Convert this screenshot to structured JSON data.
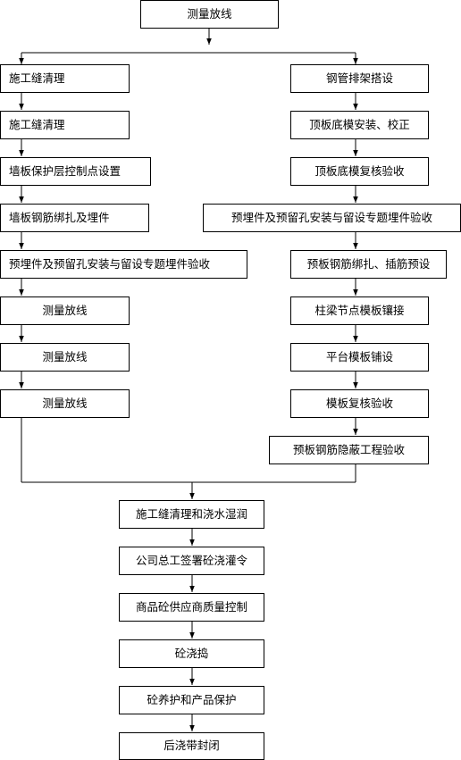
{
  "flowchart": {
    "top": "测量放线",
    "left": [
      "施工缝清理",
      "施工缝清理",
      "墙板保护层控制点设置",
      "墙板钢筋绑扎及埋件",
      "预埋件及预留孔安装与留设专题埋件验收",
      "测量放线",
      "测量放线",
      "测量放线"
    ],
    "right": [
      "钢管排架搭设",
      "顶板底模安装、校正",
      "顶板底模复核验收",
      "预埋件及预留孔安装与留设专题埋件验收",
      "预板钢筋绑扎、插筋预设",
      "柱梁节点模板镶接",
      "平台模板铺设",
      "模板复核验收",
      "预板钢筋隐蔽工程验收"
    ],
    "bottom": [
      "施工缝清理和浇水湿润",
      "公司总工签署砼浇灌令",
      "商品砼供应商质量控制",
      "砼浇捣",
      "砼养护和产品保护",
      "后浇带封闭"
    ]
  }
}
